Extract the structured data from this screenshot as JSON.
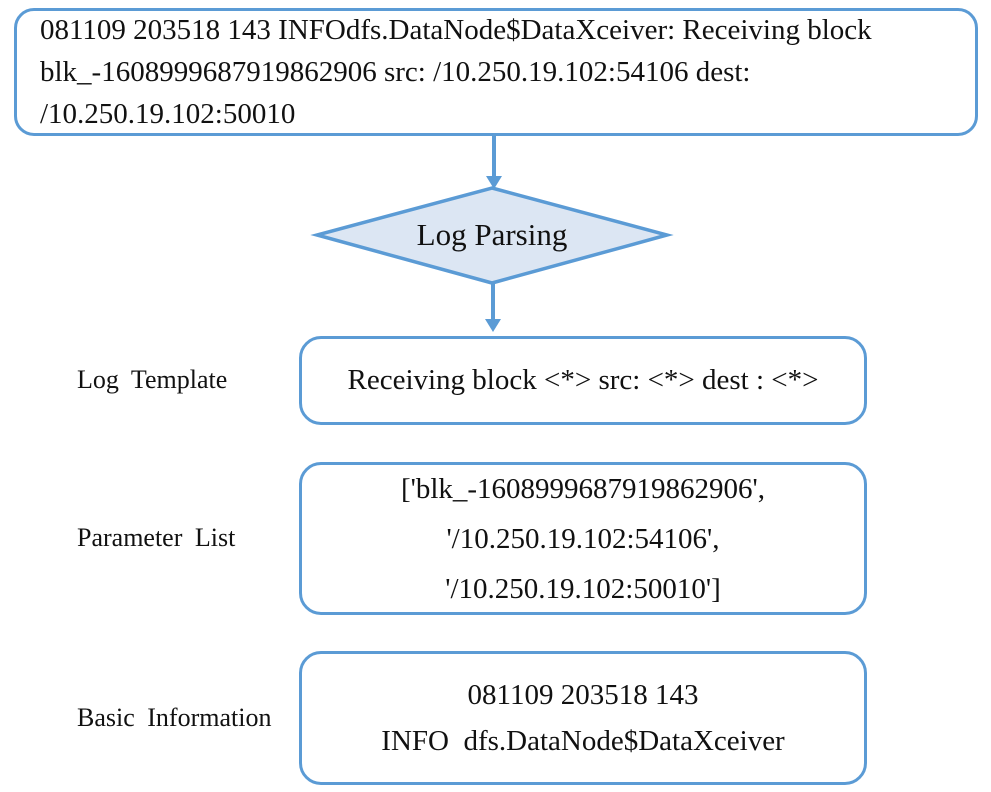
{
  "diagram": {
    "colors": {
      "stroke": "#5b9bd5",
      "diamond_fill": "#dce6f3",
      "text": "#111111",
      "background": "#ffffff"
    },
    "raw_log": {
      "lines": [
        "081109 203518 143 INFOdfs.DataNode$DataXceiver: Receiving block",
        "blk_-1608999687919862906 src: /10.250.19.102:54106 dest:",
        "/10.250.19.102:50010"
      ]
    },
    "process": {
      "label": "Log Parsing"
    },
    "rows": [
      {
        "label": "Log Template",
        "lines": [
          "Receiving block <*> src: <*> dest : <*>"
        ]
      },
      {
        "label": "Parameter List",
        "lines": [
          "['blk_-1608999687919862906',",
          "'/10.250.19.102:54106',",
          "'/10.250.19.102:50010']"
        ]
      },
      {
        "label": "Basic Information",
        "lines": [
          "081109 203518 143",
          "INFO  dfs.DataNode$DataXceiver"
        ]
      }
    ]
  }
}
